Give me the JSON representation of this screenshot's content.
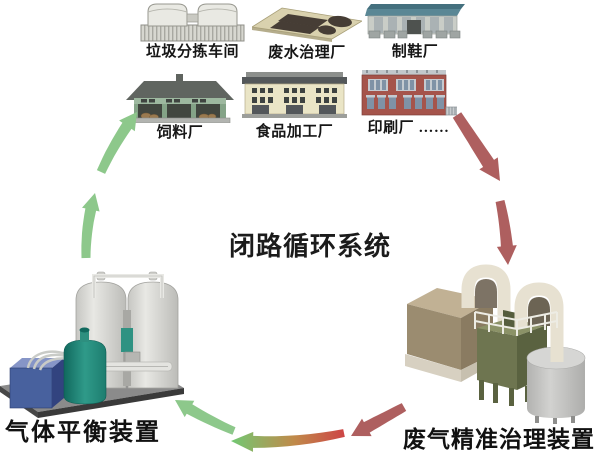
{
  "title": "闭路循环系统",
  "factories": [
    {
      "label": "垃圾分拣车间"
    },
    {
      "label": "废水治理厂"
    },
    {
      "label": "制鞋厂"
    },
    {
      "label": "饲料厂"
    },
    {
      "label": "食品加工厂"
    },
    {
      "label": "印刷厂 ……"
    }
  ],
  "devices": {
    "left": {
      "label": "气体平衡装置"
    },
    "right": {
      "label": "废气精准治理装置"
    }
  },
  "colors": {
    "arrow_red": "#ae5f5f",
    "arrow_green": "#8dc88b",
    "grad_red": "#cd4646",
    "grad_mid": "#c08a4a",
    "grad_green": "#74c672"
  }
}
